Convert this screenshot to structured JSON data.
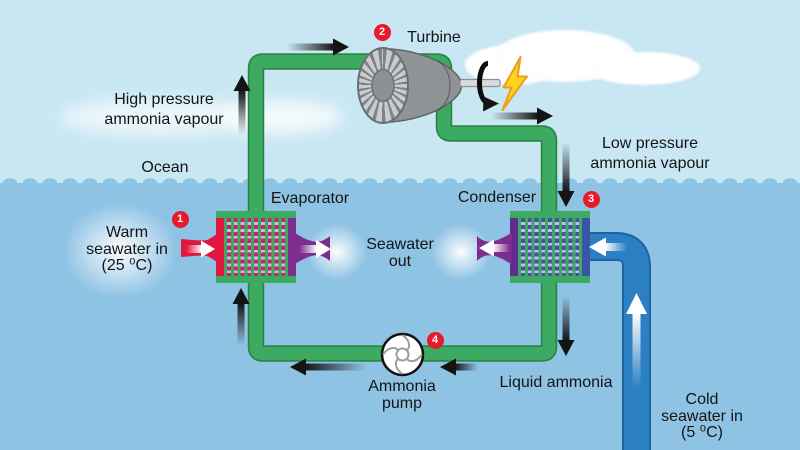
{
  "labels": {
    "ocean": "Ocean",
    "high_pressure": {
      "line1": "High pressure",
      "line2": "ammonia vapour"
    },
    "low_pressure": {
      "line1": "Low pressure",
      "line2": "ammonia vapour"
    },
    "liquid_ammonia": "Liquid ammonia",
    "warm_seawater": {
      "line1": "Warm",
      "line2": "seawater in",
      "line3": "(25 ⁰C)"
    },
    "seawater_out": {
      "line1": "Seawater",
      "line2": "out"
    },
    "cold_seawater": {
      "line1": "Cold",
      "line2": "seawater in",
      "line3": "(5 ⁰C)"
    }
  },
  "components": {
    "evaporator": {
      "label": "Evaporator",
      "badge": "1"
    },
    "turbine": {
      "label": "Turbine",
      "badge": "2"
    },
    "condenser": {
      "label": "Condenser",
      "badge": "3"
    },
    "ammonia_pump": {
      "label_line1": "Ammonia",
      "label_line2": "pump",
      "badge": "4"
    }
  },
  "colors": {
    "sky": "#c9e7f3",
    "ocean": "#8fc3e4",
    "pipe_green": "#3cab61",
    "pipe_green_dark": "#2a8748",
    "pipe_blue": "#2b80c4",
    "pipe_blue_dark": "#1f62a0",
    "badge_red": "#e8192c",
    "warm_red": "#e0173f",
    "outlet_purple": "#7b2e8e",
    "condenser_purple": "#5e2d91",
    "condenser_blue": "#3a55a5",
    "cell_red": "#c4246a",
    "cell_blue": "#4a4ea6",
    "cell_light": "#bcc3da",
    "lightning_yellow": "#ffd21c",
    "turbine_gray": "#8f9396"
  }
}
